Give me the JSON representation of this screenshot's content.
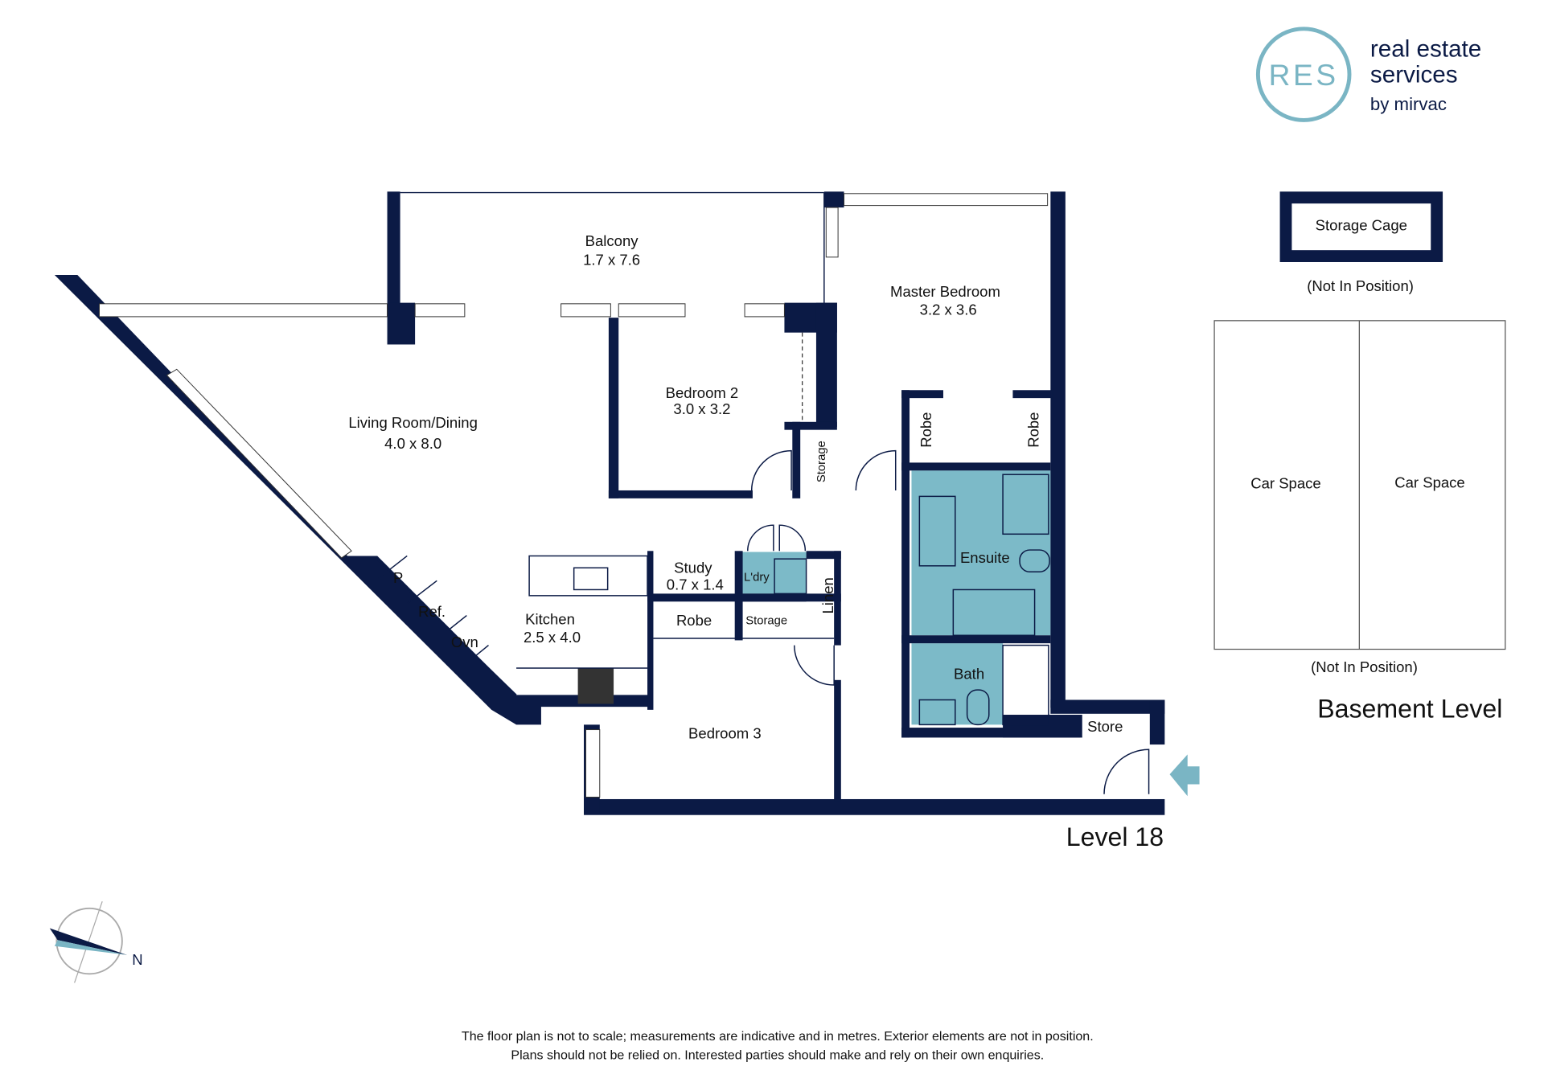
{
  "logo": {
    "mark": "RES",
    "line1": "real estate",
    "line2": "services",
    "line3": "by mirvac"
  },
  "colors": {
    "wall": "#0b1a45",
    "wet_area": "#7cbac8",
    "brand": "#7ab5c4"
  },
  "level_label": "Level 18",
  "rooms": {
    "balcony": {
      "name": "Balcony",
      "size": "1.7 x 7.6"
    },
    "master": {
      "name": "Master Bedroom",
      "size": "3.2 x 3.6"
    },
    "bedroom2": {
      "name": "Bedroom 2",
      "size": "3.0 x 3.2"
    },
    "living": {
      "name": "Living Room/Dining",
      "size": "4.0 x 8.0"
    },
    "study": {
      "name": "Study",
      "size": "0.7 x 1.4"
    },
    "kitchen": {
      "name": "Kitchen",
      "size": "2.5 x 4.0"
    },
    "bedroom3": {
      "name": "Bedroom 3"
    },
    "ensuite": {
      "name": "Ensuite"
    },
    "bath": {
      "name": "Bath"
    },
    "laundry": "L'dry",
    "linen": "Linen",
    "storage1": "Storage",
    "storage2": "Storage",
    "robe1": "Robe",
    "robe2": "Robe",
    "robe3": "Robe",
    "store": "Store",
    "pantry": "P",
    "fridge": "Ref.",
    "oven": "Ovn"
  },
  "basement": {
    "storage_cage": "Storage Cage",
    "storage_note": "(Not In Position)",
    "car_space_1": "Car Space",
    "car_space_2": "Car Space",
    "car_note": "(Not In Position)",
    "title": "Basement Level"
  },
  "compass": {
    "north": "N"
  },
  "disclaimer": {
    "line1": "The floor plan is not to scale; measurements are indicative and in metres. Exterior elements are not in position.",
    "line2": "Plans should not be relied on. Interested parties should make and rely on their own enquiries."
  }
}
